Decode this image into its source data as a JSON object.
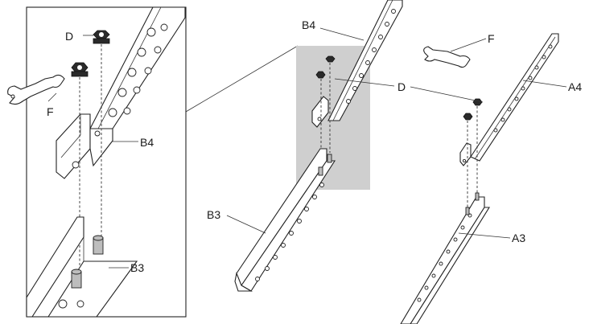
{
  "detail": {
    "labels": {
      "nut": "D",
      "wrench": "F",
      "upper_rail": "B4",
      "lower_rail": "B3"
    }
  },
  "center": {
    "labels": {
      "upper_rail": "B4",
      "lower_rail": "B3",
      "nut": "D"
    }
  },
  "right": {
    "labels": {
      "wrench": "F",
      "upper_rail": "A4",
      "lower_rail": "A3"
    }
  },
  "colors": {
    "highlight": "#cfcfcf",
    "ink": "#222222"
  }
}
